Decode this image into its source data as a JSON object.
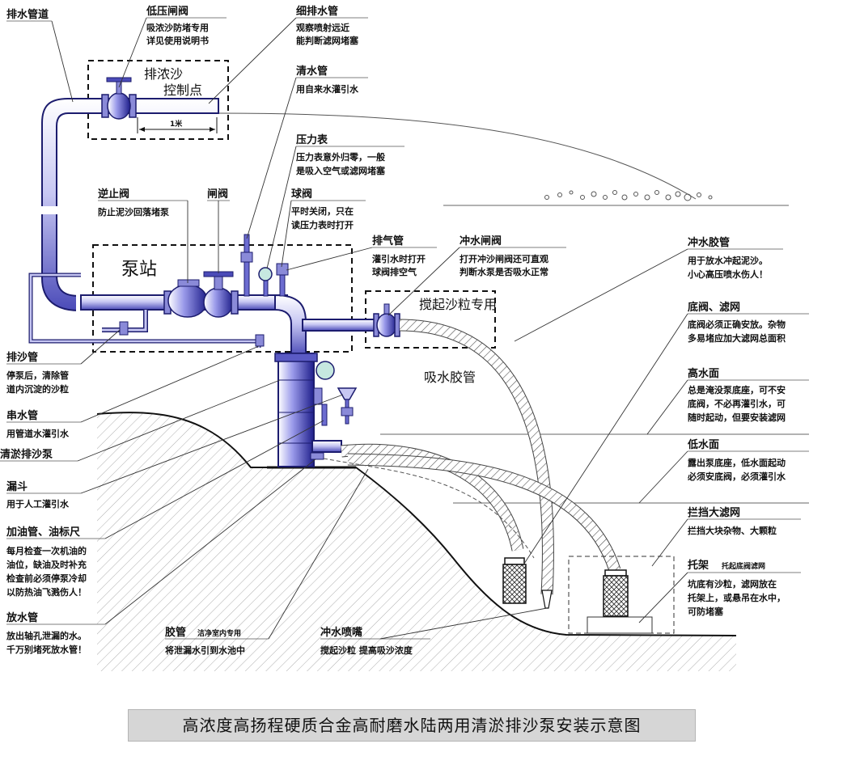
{
  "caption": "高浓度高扬程硬质合金高耐磨水陆两用清淤排沙泵安装示意图",
  "zones": {
    "control_point_1": "排浓沙",
    "control_point_2": "控制点",
    "pump_station": "泵站",
    "stir_sand": "搅起沙粒专用",
    "suction_hose": "吸水胶管",
    "one_meter": "1米"
  },
  "callouts": {
    "drain_pipe": {
      "title": "排水管道"
    },
    "low_valve": {
      "title": "低压闸阀",
      "lines": [
        "吸浓沙防堵专用",
        "详见使用说明书"
      ]
    },
    "fine_pipe": {
      "title": "细排水管",
      "lines": [
        "观察喷射远近",
        "能判断滤网堵塞"
      ]
    },
    "clean_pipe": {
      "title": "清水管",
      "lines": [
        "用自来水灌引水"
      ]
    },
    "gauge": {
      "title": "压力表",
      "lines": [
        "压力表意外归零，一般",
        "是吸入空气或滤网堵塞"
      ]
    },
    "check_valve": {
      "title": "逆止阀",
      "lines": [
        "防止泥沙回落堵泵"
      ]
    },
    "gate_valve": {
      "title": "闸阀"
    },
    "ball_valve": {
      "title": "球阀",
      "lines": [
        "平时关闭，只在",
        "读压力表时打开"
      ]
    },
    "vent_pipe": {
      "title": "排气管",
      "lines": [
        "灌引水时打开",
        "球阀排空气"
      ]
    },
    "flush_valve": {
      "title": "冲水闸阀",
      "lines": [
        "打开冲沙闸阀还可直观",
        "判断水泵是否吸水正常"
      ]
    },
    "flush_hose": {
      "title": "冲水胶管",
      "lines": [
        "用于放水冲起泥沙。",
        "小心高压喷水伤人！"
      ]
    },
    "foot_valve": {
      "title": "底阀、滤网",
      "lines": [
        "底阀必须正确安放。杂物",
        "多易堵应加大滤网总面积"
      ]
    },
    "high_water": {
      "title": "高水面",
      "lines": [
        "总是淹没泵底座，可不安",
        "底阀，不必再灌引水，可",
        "随时起动，但要安装滤网"
      ]
    },
    "low_water": {
      "title": "低水面",
      "lines": [
        "露出泵底座，低水面起动",
        "必须安底阀，必须灌引水"
      ]
    },
    "big_filter": {
      "title": "拦挡大滤网",
      "lines": [
        "拦挡大块杂物、大颗粒"
      ]
    },
    "bracket": {
      "title": "托架",
      "subtitle": "托起底阀滤网",
      "lines": [
        "坑底有沙粒，滤网放在",
        "托架上，或悬吊在水中，",
        "可防堵塞"
      ]
    },
    "sand_pipe": {
      "title": "排沙管",
      "lines": [
        "停泵后，清除管",
        "道内沉淀的沙粒"
      ]
    },
    "series_pipe": {
      "title": "串水管",
      "lines": [
        "用管道水灌引水"
      ]
    },
    "pump_name": {
      "title": "清淤排沙泵"
    },
    "funnel": {
      "title": "漏斗",
      "lines": [
        "用于人工灌引水"
      ]
    },
    "oil_pipe": {
      "title": "加油管、油标尺",
      "lines": [
        "每月检查一次机油的",
        "油位，缺油及时补充",
        "检查前必须停泵冷却",
        "以防热油飞溅伤人！"
      ]
    },
    "drain_tube": {
      "title": "放水管",
      "lines": [
        "放出轴孔泄漏的水。",
        "千万别堵死放水管！"
      ]
    },
    "rubber_pipe": {
      "title": "胶管",
      "subtitle": "洁净室内专用",
      "lines": [
        "将泄漏水引到水池中"
      ]
    },
    "nozzle": {
      "title": "冲水喷嘴",
      "lines": [
        "搅起沙粒  提高吸沙浓度"
      ]
    }
  }
}
